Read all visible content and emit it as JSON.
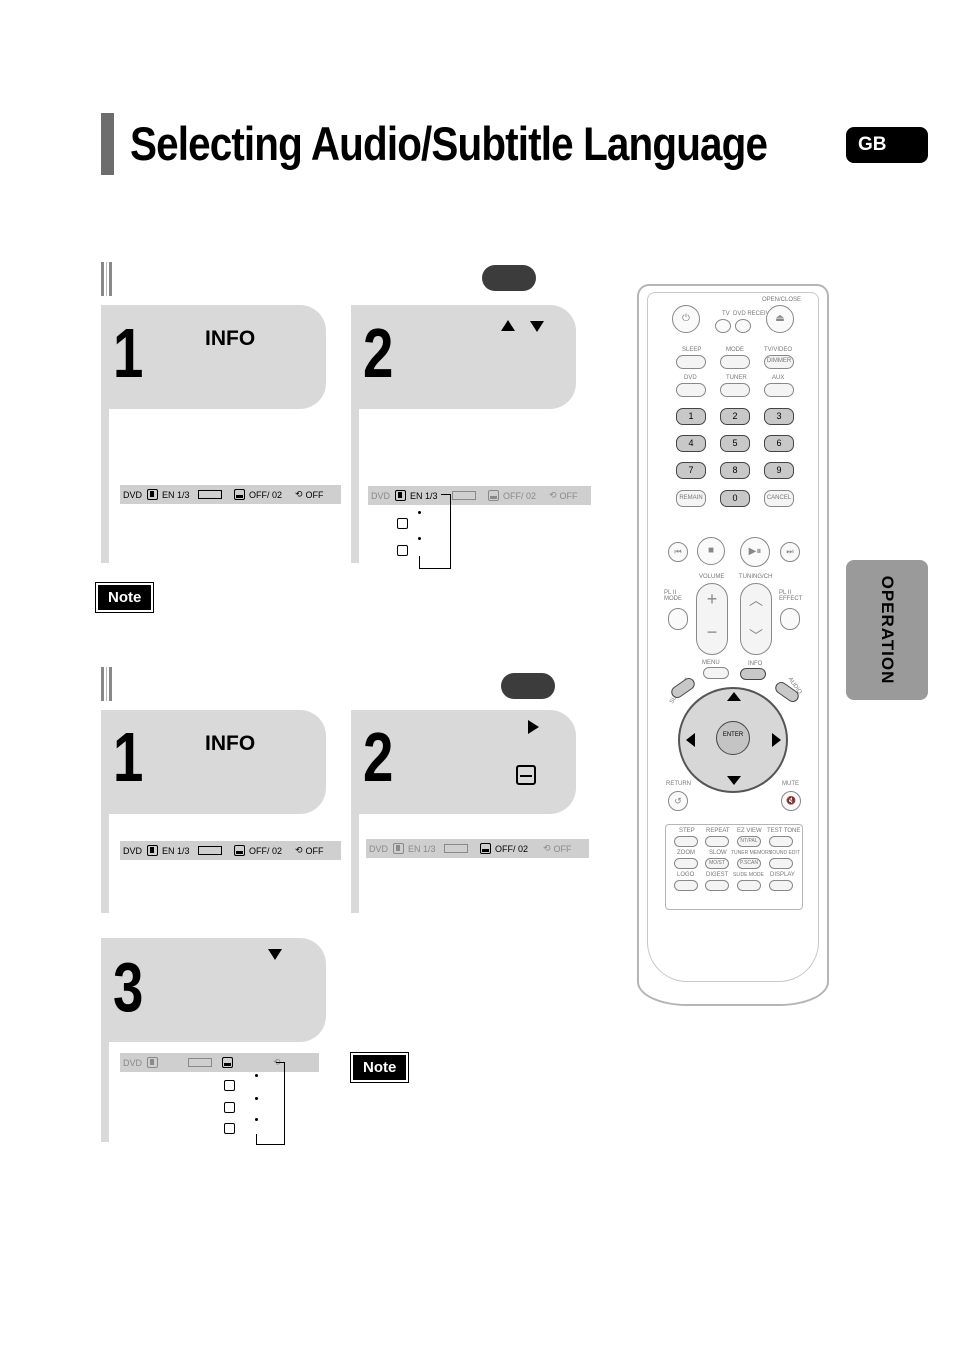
{
  "page": {
    "title": "Selecting Audio/Subtitle Language",
    "region_badge": "GB",
    "side_tab": "OPERATION"
  },
  "audio_section": {
    "step1": {
      "number": "1",
      "key_label": "INFO"
    },
    "step2": {
      "number": "2"
    },
    "osd": {
      "disc": "DVD",
      "audio": "EN 1/3",
      "subtitle": "OFF/ 02",
      "repeat": "OFF"
    },
    "note": "Note"
  },
  "subtitle_section": {
    "step1": {
      "number": "1",
      "key_label": "INFO"
    },
    "step2": {
      "number": "2"
    },
    "step3": {
      "number": "3"
    },
    "osd1": {
      "disc": "DVD",
      "audio": "EN 1/3",
      "subtitle": "OFF/ 02",
      "repeat": "OFF"
    },
    "osd2": {
      "disc": "DVD",
      "audio": "EN 1/3",
      "subtitle": "OFF/ 02",
      "repeat": "OFF"
    },
    "osd3": {
      "disc": "DVD"
    },
    "note": "Note"
  },
  "remote": {
    "top_labels": [
      "TV",
      "DVD RECEIVER",
      "OPEN/CLOSE"
    ],
    "row1": [
      "SLEEP",
      "MODE",
      "TV/VIDEO"
    ],
    "dimmer": "DIMMER",
    "row2": [
      "DVD",
      "TUNER",
      "AUX"
    ],
    "digits": [
      "1",
      "2",
      "3",
      "4",
      "5",
      "6",
      "7",
      "8",
      "9"
    ],
    "remain": "REMAIN",
    "zero": "0",
    "cancel": "CANCEL",
    "volume": "VOLUME",
    "tuning": "TUNING/CH",
    "pl_mode": "PL II MODE",
    "pl_effect": "PL II EFFECT",
    "menu": "MENU",
    "info": "INFO",
    "subtitle": "SUB TITLE",
    "audio": "AUDIO",
    "enter": "ENTER",
    "return": "RETURN",
    "mute": "MUTE",
    "grid1": [
      "STEP",
      "REPEAT",
      "EZ VIEW",
      "TEST TONE"
    ],
    "ntsc": "NT/PAL",
    "grid2": [
      "ZOOM",
      "SLOW",
      "TUNER MEMORY",
      "SOUND EDIT"
    ],
    "moist": "MO/ST",
    "pscan": "P.SCAN",
    "grid3": [
      "LOGO",
      "DIGEST",
      "SLIDE MODE",
      "DISPLAY"
    ]
  }
}
